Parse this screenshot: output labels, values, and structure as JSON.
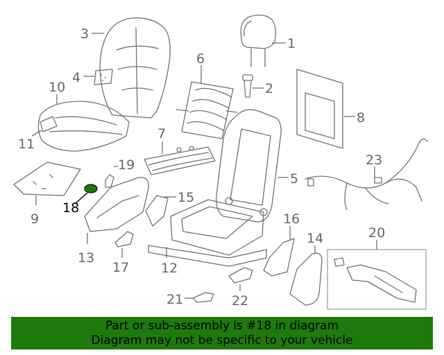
{
  "diagram": {
    "labels": {
      "p1": "1",
      "p2": "2",
      "p3": "3",
      "p4": "4",
      "p5": "5",
      "p6": "6",
      "p7": "7",
      "p8": "8",
      "p9": "9",
      "p10": "10",
      "p11": "11",
      "p12": "12",
      "p13": "13",
      "p14": "14",
      "p15": "15",
      "p16": "16",
      "p17": "17",
      "p18": "18",
      "p19": "19",
      "p20": "20",
      "p21": "21",
      "p22": "22",
      "p23": "23"
    },
    "highlight_color": "#1e7a0c"
  },
  "banner": {
    "line1": "Part or sub-assembly is #18 in diagram",
    "line2": "Diagram may not be specific to your vehicle",
    "background": "#1e7a0c"
  }
}
